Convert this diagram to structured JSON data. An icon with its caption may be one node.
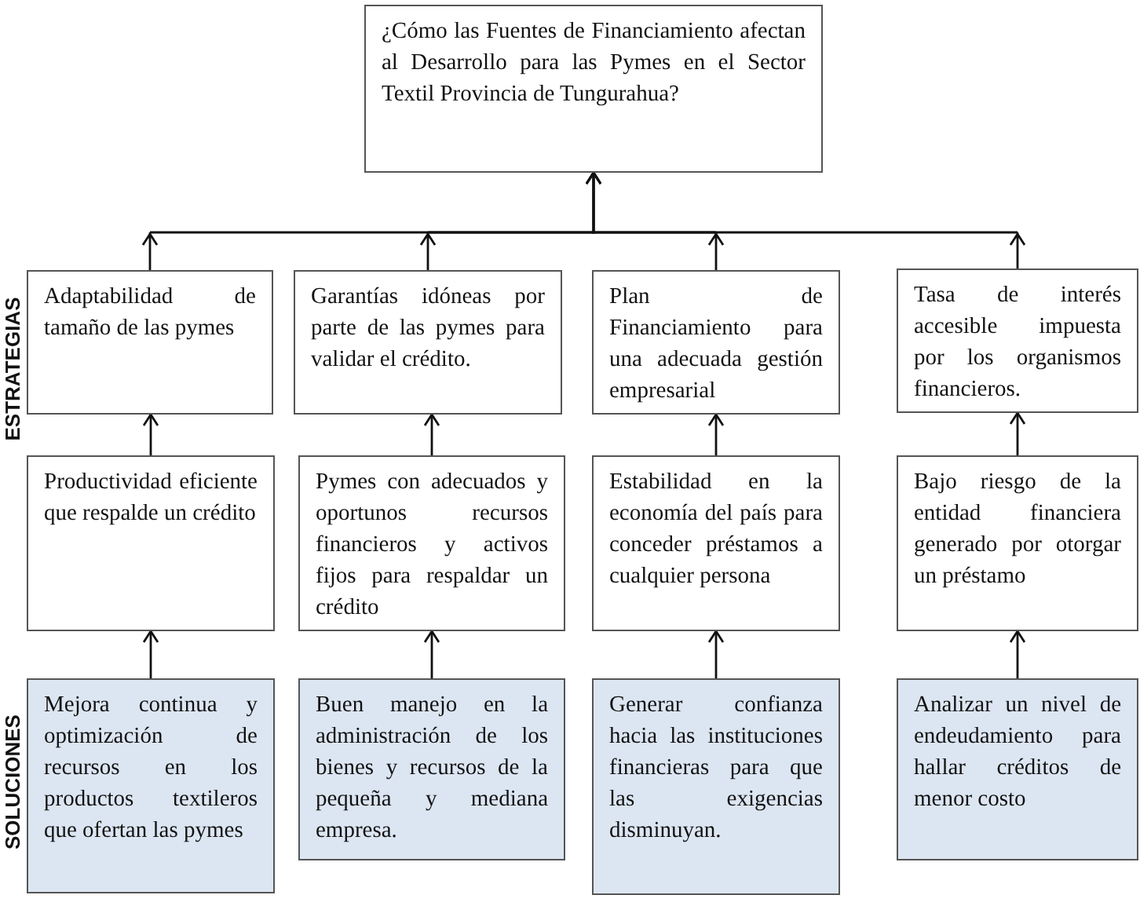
{
  "diagram": {
    "nodes": [
      {
        "text": [
          "¿Cómo las Fuentes de Financiamiento afectan al Desarrollo para las Pymes en el Sector Textil Provincia de Tungurahua?"
        ]
      },
      {
        "text": [
          "Adaptabilidad de tamaño de las pymes"
        ]
      },
      {
        "text": [
          "Garantías idóneas por parte de las pymes para validar el crédito."
        ]
      },
      {
        "text": [
          "Plan de Financiamiento para una adecuada gestión empresarial"
        ]
      },
      {
        "text": [
          "Tasa de interés accesible impuesta por los organismos financieros."
        ]
      },
      {
        "text": [
          "Productividad eficiente que respalde un crédito"
        ]
      },
      {
        "text": [
          "Pymes con adecuados y oportunos recursos financieros y activos fijos para respaldar un crédito"
        ]
      },
      {
        "text": [
          "Estabilidad en la economía del país para conceder préstamos a cualquier persona"
        ]
      },
      {
        "text": [
          "Bajo riesgo de la entidad financiera generado por otorgar un préstamo"
        ]
      },
      {
        "text": [
          "Mejora continua y optimización de recursos en los productos textileros que ofertan las pymes"
        ]
      },
      {
        "text": [
          "Buen manejo en la administración de los bienes y recursos de la pequeña y mediana empresa."
        ]
      },
      {
        "text": [
          "Generar confianza hacia las instituciones financieras para que las exigencias disminuyan."
        ]
      },
      {
        "text": [
          "Analizar un nivel de endeudamiento para hallar créditos de menor costo"
        ]
      }
    ],
    "edges": [
      {
        "from": 1,
        "to": 0,
        "arrow": "to"
      },
      {
        "from": 2,
        "to": 0,
        "arrow": "to"
      },
      {
        "from": 3,
        "to": 0,
        "arrow": "to"
      },
      {
        "from": 4,
        "to": 0,
        "arrow": "to"
      },
      {
        "from": 5,
        "to": 1,
        "arrow": "to"
      },
      {
        "from": 6,
        "to": 2,
        "arrow": "to"
      },
      {
        "from": 7,
        "to": 3,
        "arrow": "to"
      },
      {
        "from": 8,
        "to": 4,
        "arrow": "to"
      },
      {
        "from": 9,
        "to": 5,
        "arrow": "to"
      },
      {
        "from": 10,
        "to": 6,
        "arrow": "to"
      },
      {
        "from": 11,
        "to": 7,
        "arrow": "to"
      },
      {
        "from": 12,
        "to": 8,
        "arrow": "to"
      }
    ],
    "labels": [
      "ESTRATEGIAS",
      "SOLUCIONES"
    ]
  }
}
